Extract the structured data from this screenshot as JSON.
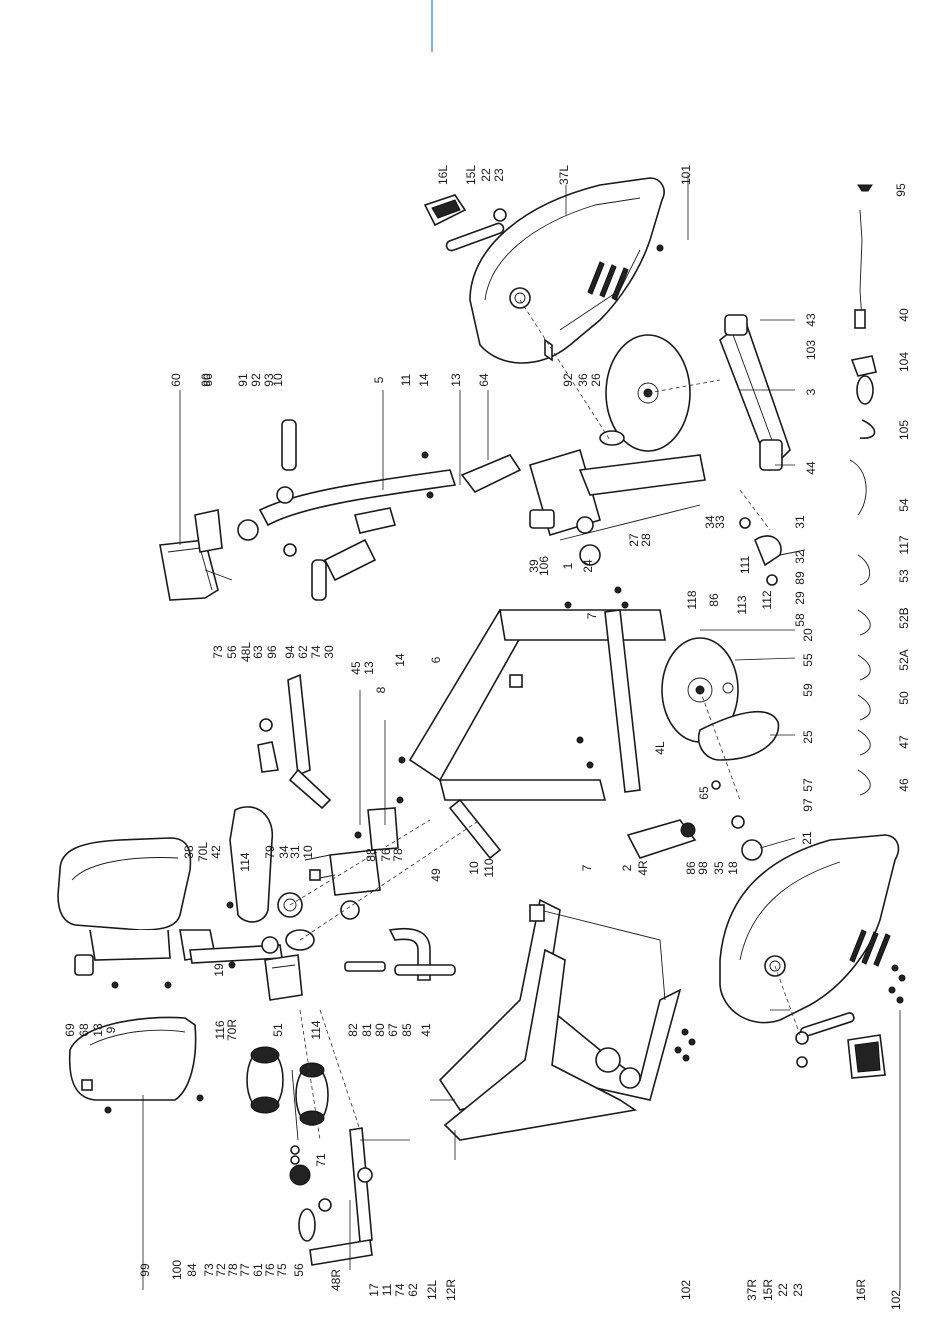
{
  "diagram": {
    "accent_color": "#2b7bbf",
    "labels": {
      "top": [
        "60",
        "90",
        "66",
        "91",
        "92",
        "93",
        "10",
        "5",
        "11",
        "14",
        "13",
        "64",
        "92",
        "36",
        "26",
        "16L",
        "15L",
        "22",
        "23",
        "37L",
        "101"
      ],
      "topright": [
        "43",
        "103",
        "3",
        "44",
        "95",
        "40",
        "104",
        "105",
        "54",
        "117",
        "53",
        "52B",
        "52A",
        "50",
        "47",
        "46"
      ],
      "mid": [
        "73",
        "56",
        "48L",
        "63",
        "96",
        "94",
        "62",
        "74",
        "30",
        "45",
        "13",
        "8",
        "14",
        "6",
        "39",
        "106",
        "1",
        "24",
        "27",
        "28",
        "34",
        "33",
        "111",
        "113",
        "112",
        "31",
        "32",
        "89",
        "29",
        "58",
        "118",
        "86",
        "7",
        "20",
        "55",
        "59",
        "25",
        "57",
        "97",
        "4L",
        "65",
        "86",
        "98",
        "35",
        "18",
        "21",
        "7",
        "2",
        "4R",
        "49",
        "10",
        "110"
      ],
      "bottom": [
        "38",
        "70L",
        "42",
        "79",
        "34",
        "31",
        "10",
        "114",
        "69",
        "68",
        "13",
        "9",
        "116",
        "19",
        "70R",
        "51",
        "114",
        "88",
        "76",
        "78",
        "82",
        "81",
        "80",
        "67",
        "85",
        "41",
        "99",
        "100",
        "84",
        "73",
        "72",
        "78",
        "77",
        "61",
        "76",
        "75",
        "56",
        "48R",
        "71",
        "17",
        "11",
        "74",
        "62",
        "12L",
        "12R",
        "102",
        "37R",
        "15R",
        "22",
        "23",
        "16R",
        "102"
      ]
    }
  }
}
